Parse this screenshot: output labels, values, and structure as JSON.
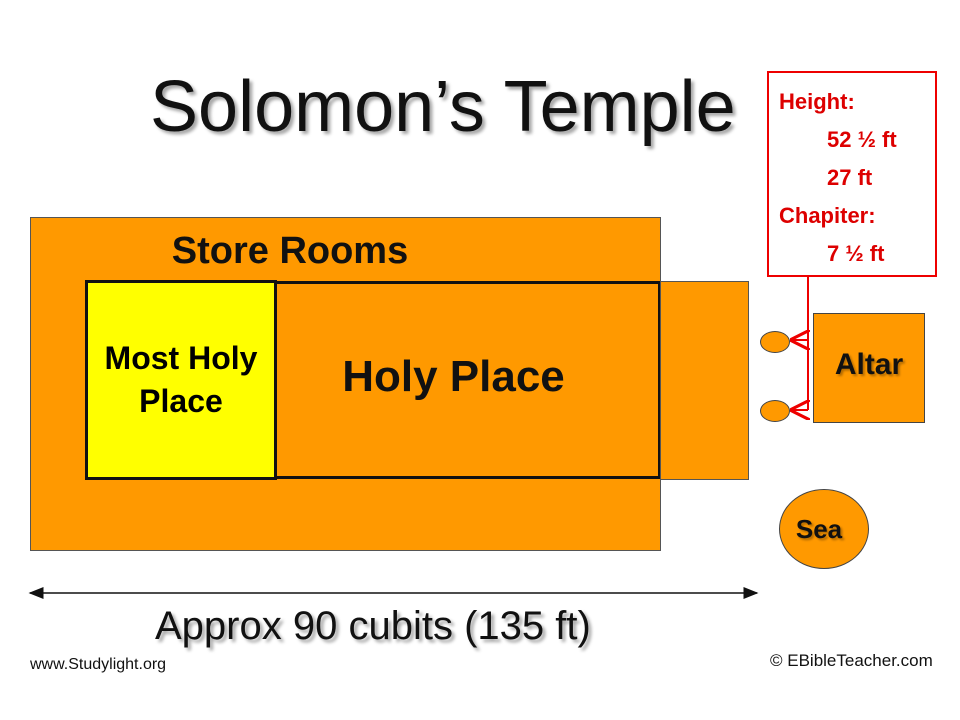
{
  "title": "Solomon’s Temple",
  "rooms": {
    "store_rooms": "Store Rooms",
    "most_holy_place": "Most Holy\nPlace",
    "holy_place": "Holy Place",
    "altar": "Altar",
    "sea": "Sea"
  },
  "dimensions": {
    "height_label": "Height:",
    "height_values": [
      "52 ½ ft",
      "27 ft"
    ],
    "chapiter_label": "Chapiter:",
    "chapiter_value": "7 ½ ft"
  },
  "measurement": "Approx 90 cubits (135 ft)",
  "credits": {
    "left": "www.Studylight.org",
    "right": "© EBibleTeacher.com"
  },
  "colors": {
    "building": "#ff9900",
    "most_holy": "#ffff00",
    "annotation": "#ee0000"
  }
}
